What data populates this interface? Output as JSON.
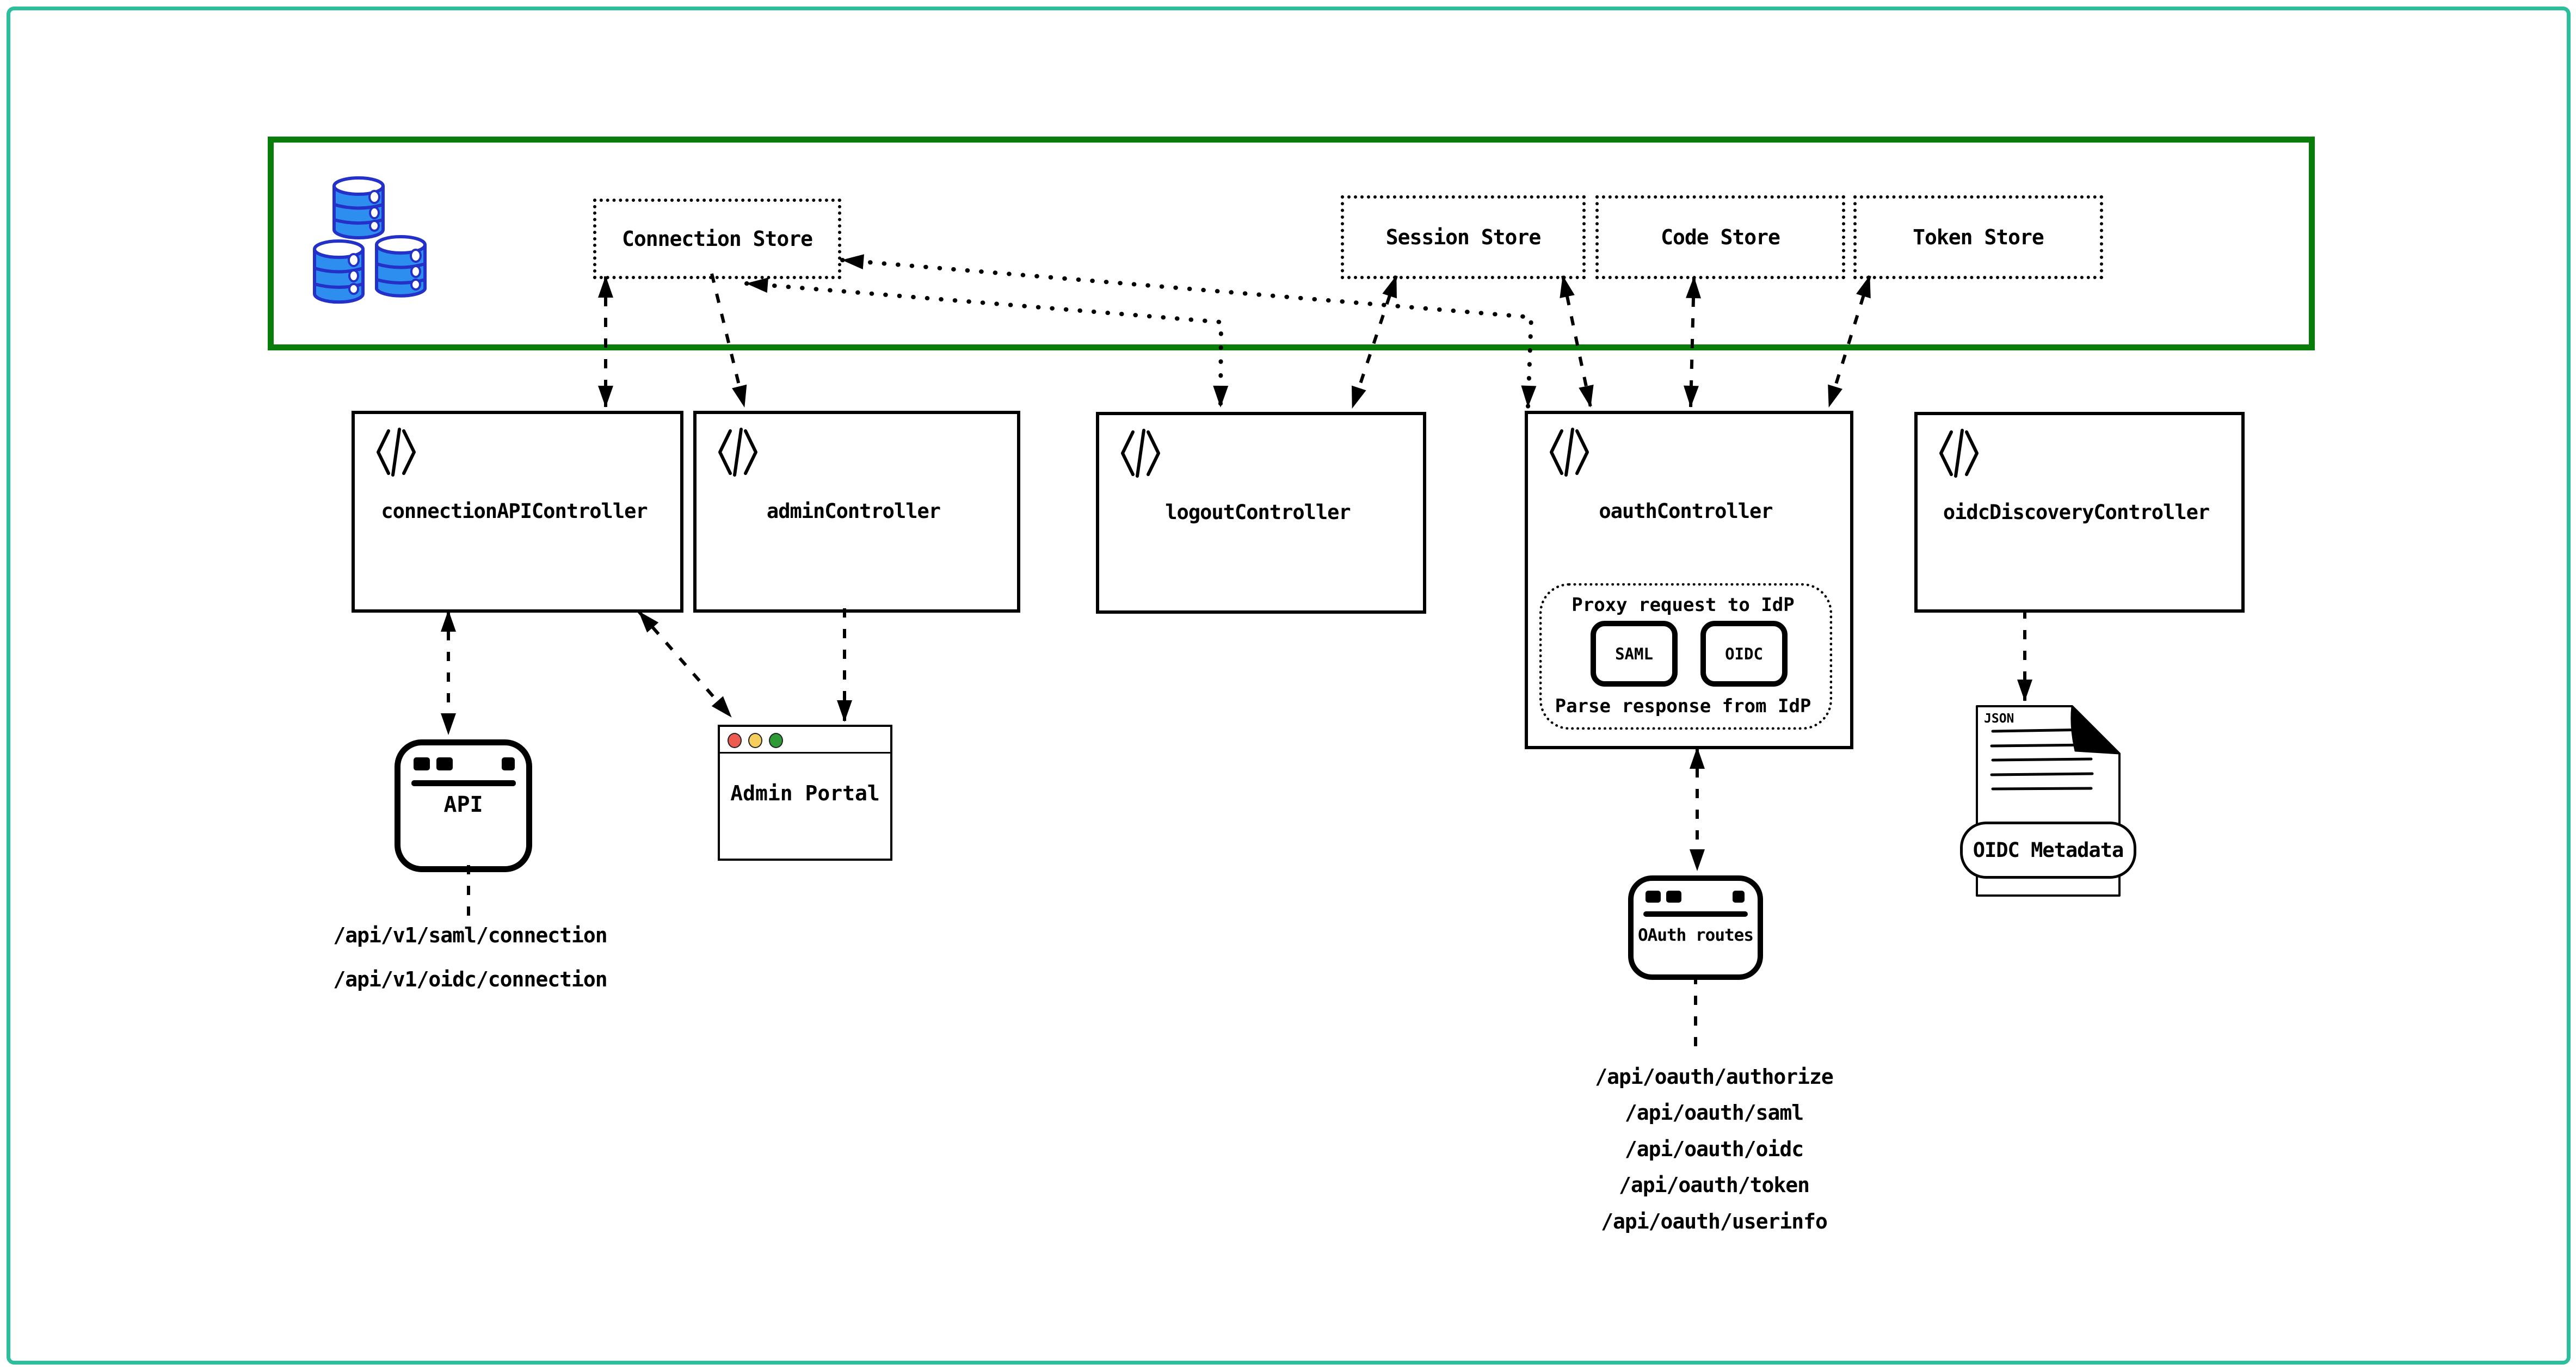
{
  "diagram": {
    "store_layer": {
      "stores": [
        {
          "label": "Connection Store"
        },
        {
          "label": "Session Store"
        },
        {
          "label": "Code Store"
        },
        {
          "label": "Token Store"
        }
      ]
    },
    "controllers": [
      {
        "label": "connectionAPIController"
      },
      {
        "label": "adminController"
      },
      {
        "label": "logoutController"
      },
      {
        "label": "oauthController"
      },
      {
        "label": "oidcDiscoveryController"
      }
    ],
    "oauth_internal": {
      "proxy_label": "Proxy request to IdP",
      "parse_label": "Parse response from IdP",
      "protocols": [
        {
          "label": "SAML"
        },
        {
          "label": "OIDC"
        }
      ]
    },
    "clients": {
      "api": {
        "label": "API"
      },
      "admin_portal": {
        "label": "Admin Portal"
      },
      "oauth_routes": {
        "label": "OAuth routes"
      }
    },
    "api_routes": [
      "/api/v1/saml/connection",
      "/api/v1/oidc/connection"
    ],
    "oauth_route_list": [
      "/api/oauth/authorize",
      "/api/oauth/saml",
      "/api/oauth/oidc",
      "/api/oauth/token",
      "/api/oauth/userinfo"
    ],
    "metadata_doc": {
      "file_type": "JSON",
      "label": "OIDC Metadata"
    },
    "colors": {
      "frame_teal": "#2dbf9b",
      "store_boundary_green": "#087d09",
      "database_fill_blue": "#2e8ef0",
      "database_stroke_blue": "#2331c8",
      "traffic_red": "#ee5b50",
      "traffic_yellow": "#f4cf5d",
      "traffic_green": "#2d9a36"
    }
  }
}
